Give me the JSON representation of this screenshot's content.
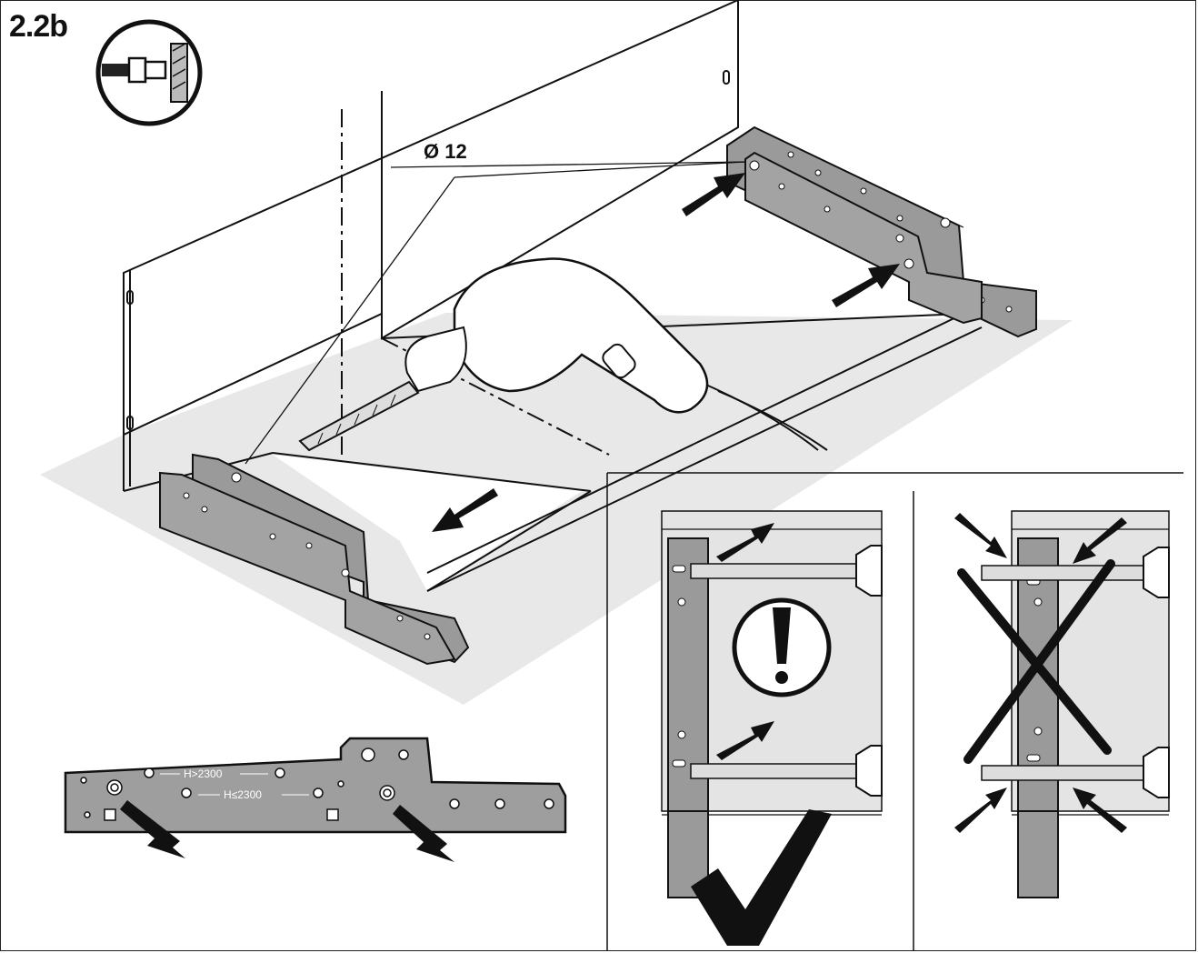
{
  "step": {
    "label": "2.2b"
  },
  "drill": {
    "diameter_label": "Ø 12"
  },
  "bracket_detail": {
    "label_upper": "H>2300",
    "label_lower": "H≤2300"
  },
  "icons": {
    "tool": "drill-into-wall-icon",
    "warning": "exclamation-icon",
    "correct": "checkmark-icon",
    "incorrect": "cross-icon"
  },
  "colors": {
    "metal": "#9a9a9a",
    "floor": "#e6e6e6",
    "line": "#111111"
  }
}
